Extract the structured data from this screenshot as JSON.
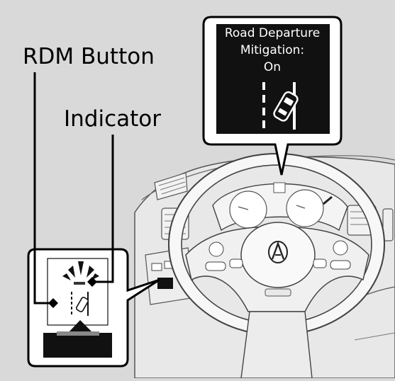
{
  "labels": {
    "rdm_button": "RDM Button",
    "indicator": "Indicator"
  },
  "display_callout": {
    "line1": "Road Departure",
    "line2": "Mitigation:",
    "line3": "On"
  },
  "colors": {
    "background": "#d9d9d9",
    "display_screen": "#111111",
    "outline": "#000000",
    "dashboard": "#e6e6e6"
  }
}
